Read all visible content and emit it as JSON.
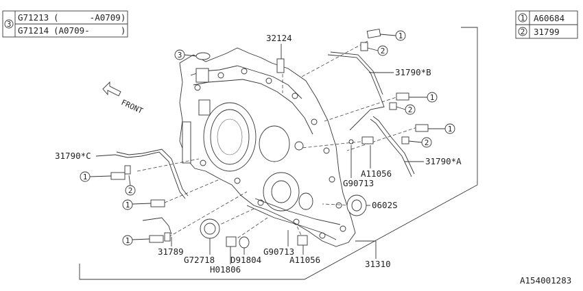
{
  "top_left_table": {
    "ref": "3",
    "rows": [
      {
        "part": "G71213",
        "range": "(      -A0709)"
      },
      {
        "part": "G71214",
        "range": "(A0709-      )"
      }
    ]
  },
  "top_right_table": [
    {
      "ref": "1",
      "part": "A60684"
    },
    {
      "ref": "2",
      "part": "31799"
    }
  ],
  "front_label": "FRONT",
  "labels": {
    "l32124": "32124",
    "l31790b": "31790*B",
    "l31790c": "31790*C",
    "l31790a": "31790*A",
    "a11056_r": "A11056",
    "g90713_r": "G90713",
    "l0602s": "0602S",
    "l31789": "31789",
    "g72718": "G72718",
    "d91804": "D91804",
    "h01806": "H01806",
    "g90713_b": "G90713",
    "a11056_b": "A11056",
    "l31310": "31310",
    "diagram_id": "A154001283"
  },
  "callouts": {
    "c1": "1",
    "c2": "2",
    "c3": "3"
  }
}
